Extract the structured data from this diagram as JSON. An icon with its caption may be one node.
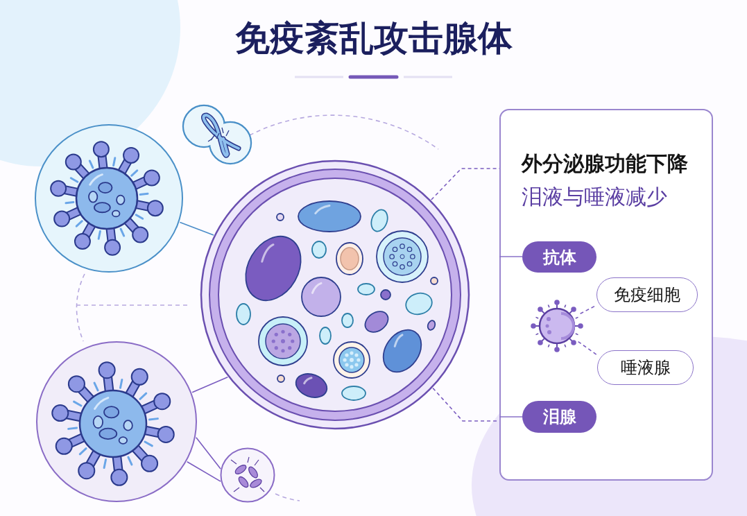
{
  "diagram": {
    "title": "免疫紊乱攻击腺体",
    "nodes": [
      {
        "text": [
          "外分泌腺功能下降",
          "泪液与唾液减少"
        ]
      },
      {
        "text": [
          "抗体"
        ],
        "in": 0
      },
      {
        "text": [
          "免疫细胞"
        ],
        "in": 0
      },
      {
        "text": [],
        "shape": "picture",
        "in": 0
      },
      {
        "text": [
          "唾液腺"
        ],
        "in": 0
      },
      {
        "text": [
          "泪腺"
        ],
        "in": 0
      },
      {
        "text": [],
        "shape": "picture"
      },
      {
        "text": [],
        "shape": "picture"
      },
      {
        "text": [],
        "shape": "picture"
      },
      {
        "text": [],
        "shape": "picture"
      },
      {
        "text": [],
        "shape": "picture"
      }
    ],
    "edges": [
      {
        "from": 7,
        "to": 8,
        "arrow": "none",
        "color": "#4a8cc8"
      },
      {
        "from": 9,
        "to": 8,
        "arrow": "none"
      },
      {
        "from": 9,
        "to": 10,
        "arrow": "none"
      },
      {
        "from": 9,
        "to": 10,
        "arrow": "none"
      },
      {
        "from": 8,
        "to": 0,
        "arrow": "none",
        "style": "dashed"
      },
      {
        "from": 8,
        "to": 0,
        "arrow": "none",
        "style": "dashed"
      },
      {
        "from": 3,
        "to": 2,
        "arrow": "none",
        "style": "dashed"
      },
      {
        "from": 3,
        "to": 4,
        "arrow": "none",
        "style": "dashed"
      }
    ]
  }
}
